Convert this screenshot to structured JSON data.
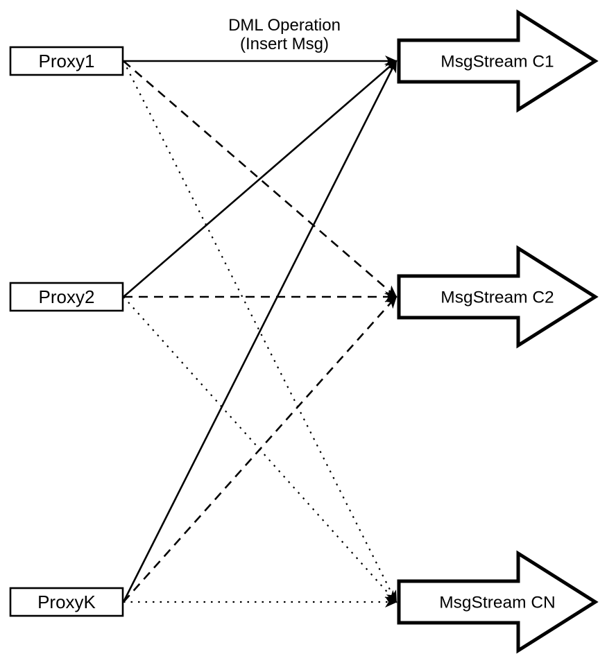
{
  "colors": {
    "ink": "#000000",
    "background": "#ffffff"
  },
  "diagram": {
    "top_label": {
      "line1": "DML Operation",
      "line2": "(Insert Msg)"
    },
    "proxies": [
      {
        "id": "proxy1",
        "label": "Proxy1"
      },
      {
        "id": "proxy2",
        "label": "Proxy2"
      },
      {
        "id": "proxyk",
        "label": "ProxyK"
      }
    ],
    "streams": [
      {
        "id": "c1",
        "label": "MsgStream C1"
      },
      {
        "id": "c2",
        "label": "MsgStream C2"
      },
      {
        "id": "cn",
        "label": "MsgStream CN"
      }
    ],
    "edges": [
      {
        "from": "proxy1",
        "to": "c1",
        "style": "solid"
      },
      {
        "from": "proxy1",
        "to": "c2",
        "style": "dashed"
      },
      {
        "from": "proxy1",
        "to": "cn",
        "style": "dotted"
      },
      {
        "from": "proxy2",
        "to": "c1",
        "style": "solid"
      },
      {
        "from": "proxy2",
        "to": "c2",
        "style": "dashed"
      },
      {
        "from": "proxy2",
        "to": "cn",
        "style": "dotted"
      },
      {
        "from": "proxyk",
        "to": "c1",
        "style": "solid"
      },
      {
        "from": "proxyk",
        "to": "c2",
        "style": "dashed"
      },
      {
        "from": "proxyk",
        "to": "cn",
        "style": "dotted"
      }
    ]
  }
}
